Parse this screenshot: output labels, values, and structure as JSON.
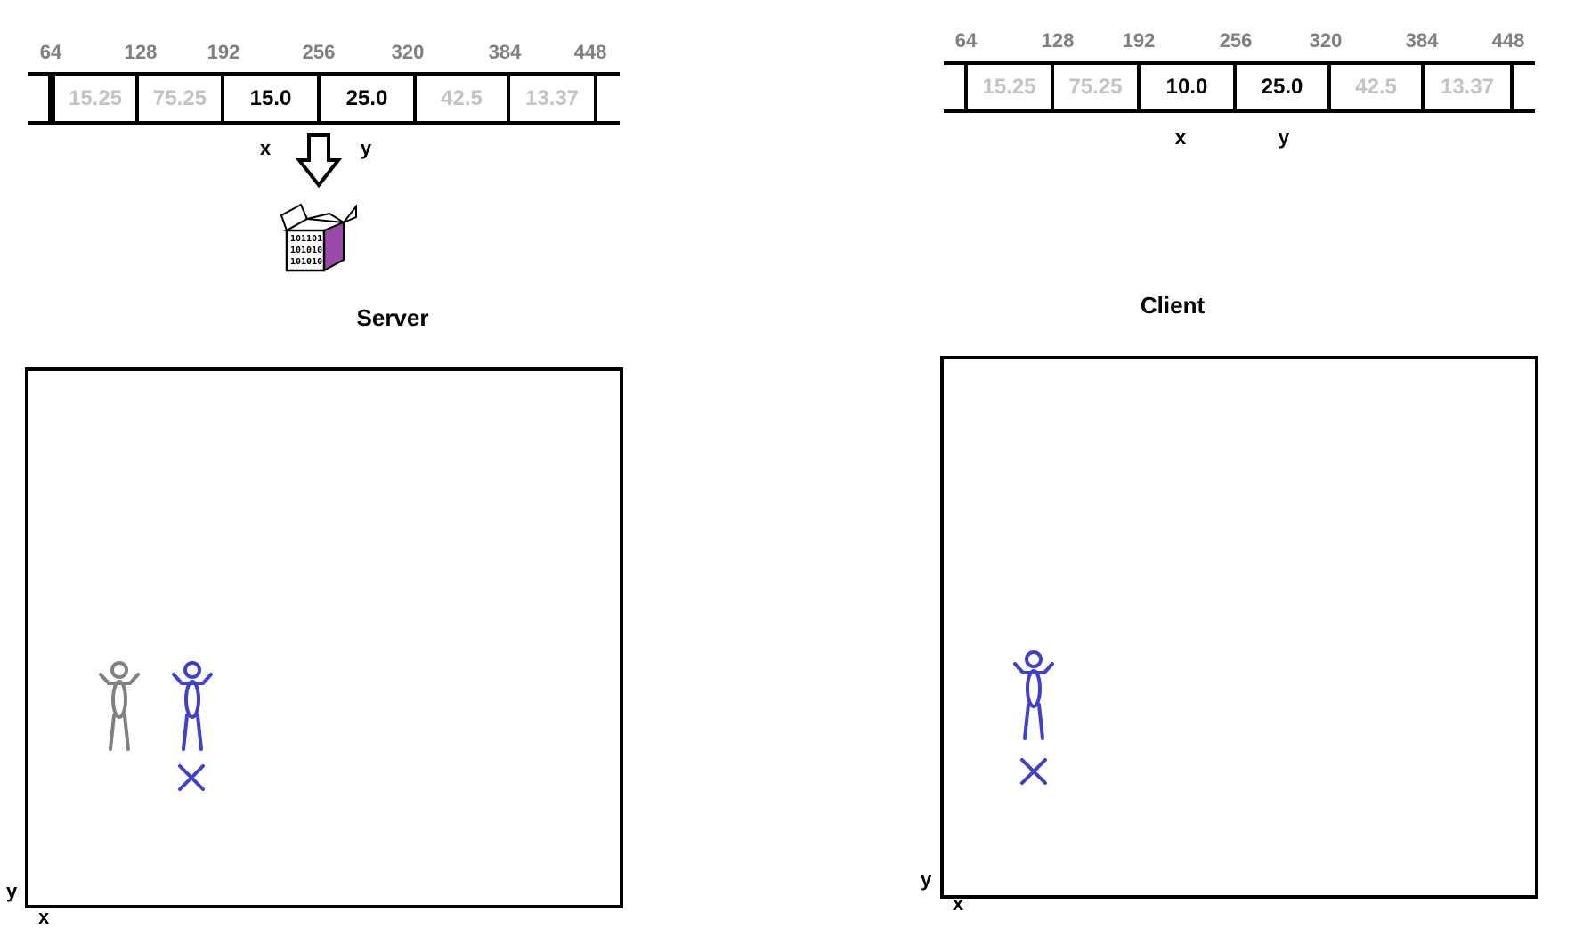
{
  "server": {
    "title": "Server",
    "offsets": [
      "64",
      "128",
      "192",
      "256",
      "320",
      "384",
      "448"
    ],
    "cells": [
      "15.25",
      "75.25",
      "15.0",
      "25.0",
      "42.5",
      "13.37"
    ],
    "active_cells": [
      2,
      3
    ],
    "x_label": "x",
    "y_label": "y",
    "packet_lines": [
      "101101",
      "101010",
      "101010"
    ],
    "world_y_label": "y",
    "world_x_label": "x"
  },
  "client": {
    "title": "Client",
    "offsets": [
      "64",
      "128",
      "192",
      "256",
      "320",
      "384",
      "448"
    ],
    "cells": [
      "15.25",
      "75.25",
      "10.0",
      "25.0",
      "42.5",
      "13.37"
    ],
    "active_cells": [
      2,
      3
    ],
    "x_label": "x",
    "y_label": "y",
    "world_y_label": "y",
    "world_x_label": "x"
  },
  "colors": {
    "offset_text": "#7f7f7f",
    "inactive_value": "#c3c3c3",
    "active_value": "#000000",
    "figure_blue": "#4040c8",
    "figure_gray": "#808080",
    "packet_purple": "#9a4aa8"
  },
  "icons": [
    "down-arrow-icon",
    "data-packet-icon",
    "stick-figure-icon",
    "target-x-icon"
  ]
}
